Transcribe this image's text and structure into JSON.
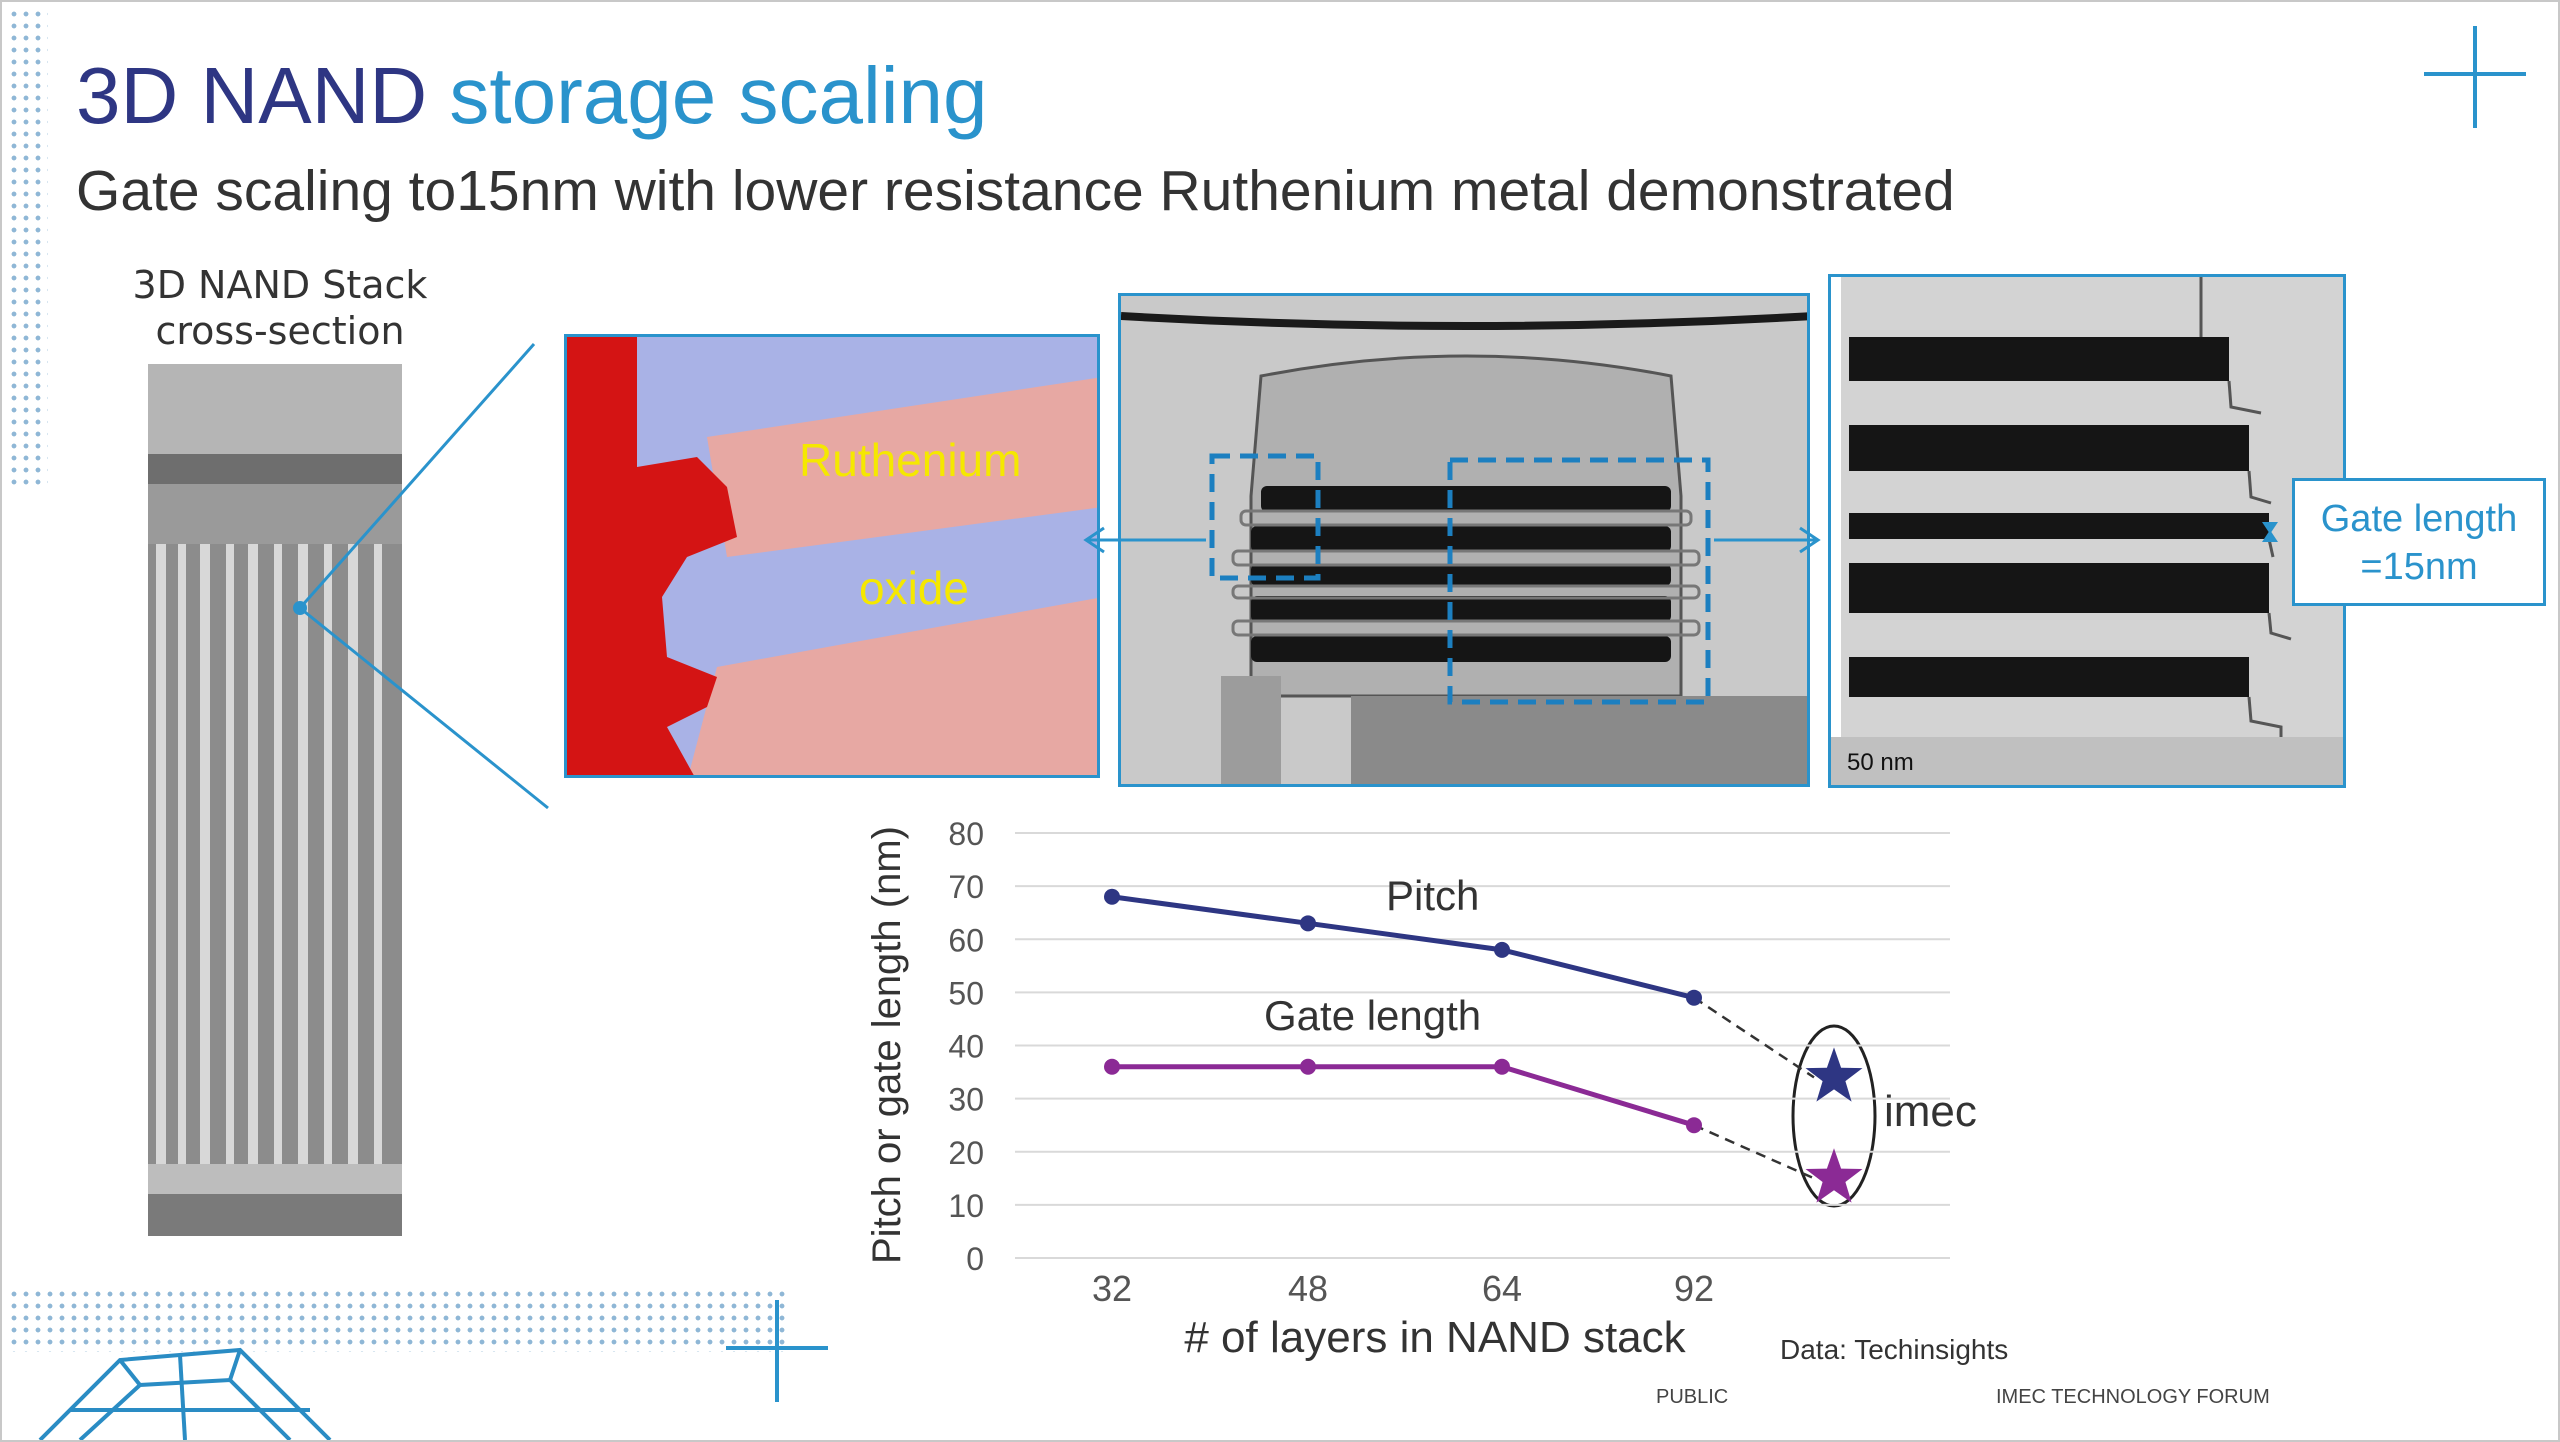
{
  "slide": {
    "title_part1": "3D NAND",
    "title_part2": "storage scaling",
    "subtitle": "Gate scaling to15nm with lower resistance Ruthenium metal demonstrated",
    "stack_caption_line1": "3D NAND Stack",
    "stack_caption_line2": "cross-section",
    "label_ruthenium": "Ruthenium",
    "label_oxide": "oxide",
    "scale_bar": "50 nm",
    "gate_callout_line1": "Gate length",
    "gate_callout_line2": "=15nm",
    "data_source": "Data: Techinsights",
    "footer_public": "PUBLIC",
    "footer_forum": "IMEC TECHNOLOGY FORUM"
  },
  "colors": {
    "title_dark": "#2e3683",
    "title_accent": "#2a93cc",
    "pitch_series": "#2e3683",
    "gate_series": "#8b2a95",
    "frame": "#2a93cc"
  },
  "chart_data": {
    "type": "line",
    "categories": [
      "32",
      "48",
      "64",
      "92"
    ],
    "series": [
      {
        "name": "Pitch",
        "values": [
          68,
          63,
          58,
          49
        ]
      },
      {
        "name": "Gate length",
        "values": [
          36,
          36,
          36,
          25
        ]
      }
    ],
    "projection": {
      "label": "imec",
      "values": {
        "Pitch": 34,
        "Gate length": 15
      },
      "marker": "star"
    },
    "xlabel": "# of layers in NAND stack",
    "ylabel": "Pitch or gate length (nm)",
    "yticks": [
      0,
      10,
      20,
      30,
      40,
      50,
      60,
      70,
      80
    ],
    "ylim": [
      0,
      80
    ],
    "grid": true
  }
}
